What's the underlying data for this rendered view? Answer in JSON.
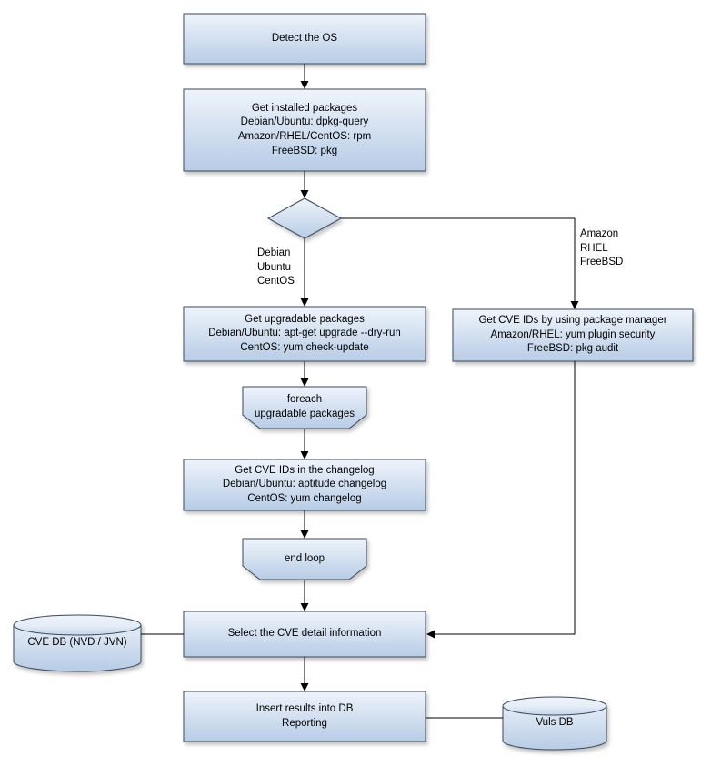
{
  "colors": {
    "node_fill_top": "#eff4fb",
    "node_fill_bottom": "#b7cce6",
    "node_border": "#3d4a57",
    "connector": "#000000",
    "text": "#000000",
    "background": "#ffffff"
  },
  "nodes": {
    "detect_os": {
      "label": "Detect the OS"
    },
    "get_installed_packages": {
      "label": "Get installed packages\nDebian/Ubuntu: dpkg-query\nAmazon/RHEL/CentOS: rpm\nFreeBSD: pkg"
    },
    "get_upgradable_packages": {
      "label": "Get upgradable packages\nDebian/Ubuntu: apt-get upgrade --dry-run\nCentOS: yum check-update"
    },
    "get_cve_ids_package_manager": {
      "label": "Get CVE IDs by using package manager\nAmazon/RHEL: yum plugin security\nFreeBSD: pkg audit"
    },
    "foreach_loop_start": {
      "label": "foreach\nupgradable packages"
    },
    "get_cve_ids_changelog": {
      "label": "Get CVE IDs in the changelog\nDebian/Ubuntu: aptitude changelog\nCentOS: yum changelog"
    },
    "end_loop": {
      "label": "end loop"
    },
    "select_cve_detail": {
      "label": "Select the CVE detail information"
    },
    "cve_db": {
      "label": "CVE DB (NVD / JVN)"
    },
    "insert_results": {
      "label": "Insert results into DB\nReporting"
    },
    "vuls_db": {
      "label": "Vuls DB"
    }
  },
  "edge_labels": {
    "left_branch": "Debian\nUbuntu\nCentOS",
    "right_branch": "Amazon\nRHEL\nFreeBSD"
  }
}
